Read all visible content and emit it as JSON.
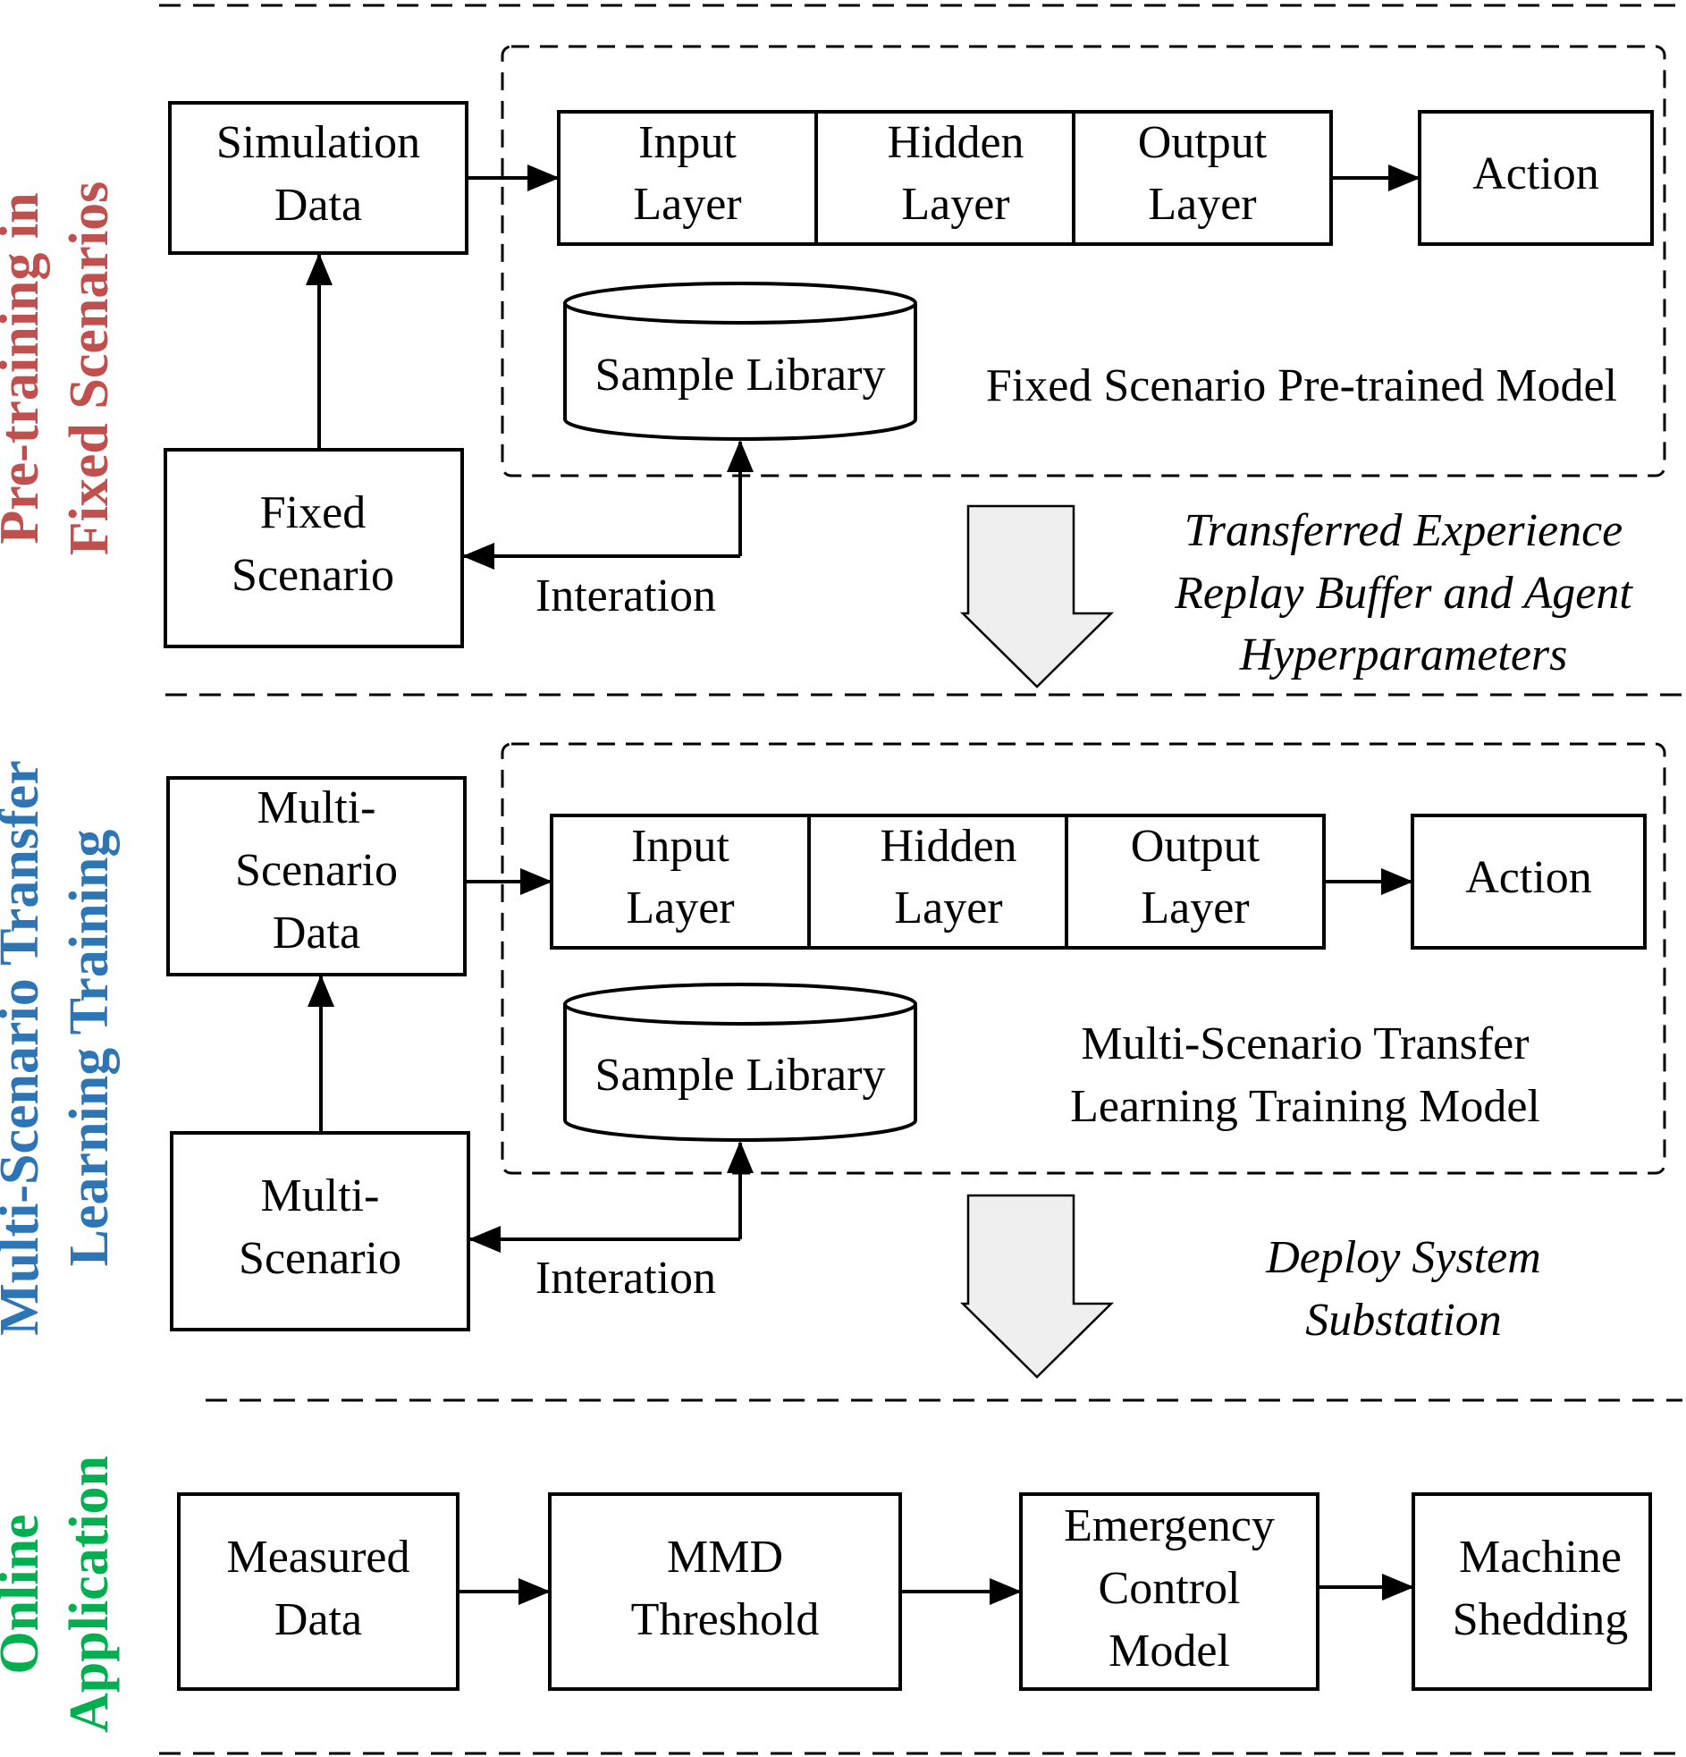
{
  "sections": {
    "pretrain": {
      "title_lines": [
        "Pre-training in",
        "Fixed Scenarios"
      ],
      "color": "#c0504d"
    },
    "transfer": {
      "title_lines": [
        "Multi-Scenario Transfer",
        "Learning Training"
      ],
      "color": "#2e75b6"
    },
    "online": {
      "title_lines": [
        "Online",
        "Application"
      ],
      "color": "#00b050"
    }
  },
  "pretrain": {
    "simulation_data": [
      "Simulation",
      "Data"
    ],
    "input_layer": [
      "Input",
      "Layer"
    ],
    "hidden_layer": [
      "Hidden",
      "Layer"
    ],
    "output_layer": [
      "Output",
      "Layer"
    ],
    "action": "Action",
    "sample_library": "Sample Library",
    "model_label": "Fixed Scenario Pre-trained Model",
    "fixed_scenario": [
      "Fixed",
      "Scenario"
    ],
    "interation": "Interation"
  },
  "transition1": [
    "Transferred Experience",
    "Replay Buffer and Agent",
    "Hyperparameters"
  ],
  "transfer": {
    "multi_scenario_data": [
      "Multi-",
      "Scenario",
      "Data"
    ],
    "input_layer": [
      "Input",
      "Layer"
    ],
    "hidden_layer": [
      "Hidden",
      "Layer"
    ],
    "output_layer": [
      "Output",
      "Layer"
    ],
    "action": "Action",
    "sample_library": "Sample Library",
    "model_label": [
      "Multi-Scenario Transfer",
      "Learning Training Model"
    ],
    "multi_scenario": [
      "Multi-",
      "Scenario"
    ],
    "interation": "Interation"
  },
  "transition2": [
    "Deploy System",
    "Substation"
  ],
  "online": {
    "measured_data": [
      "Measured",
      "Data"
    ],
    "mmd_threshold": [
      "MMD",
      "Threshold"
    ],
    "emergency_control_model": [
      "Emergency",
      "Control",
      "Model"
    ],
    "machine_shedding": [
      "Machine",
      "Shedding"
    ]
  }
}
